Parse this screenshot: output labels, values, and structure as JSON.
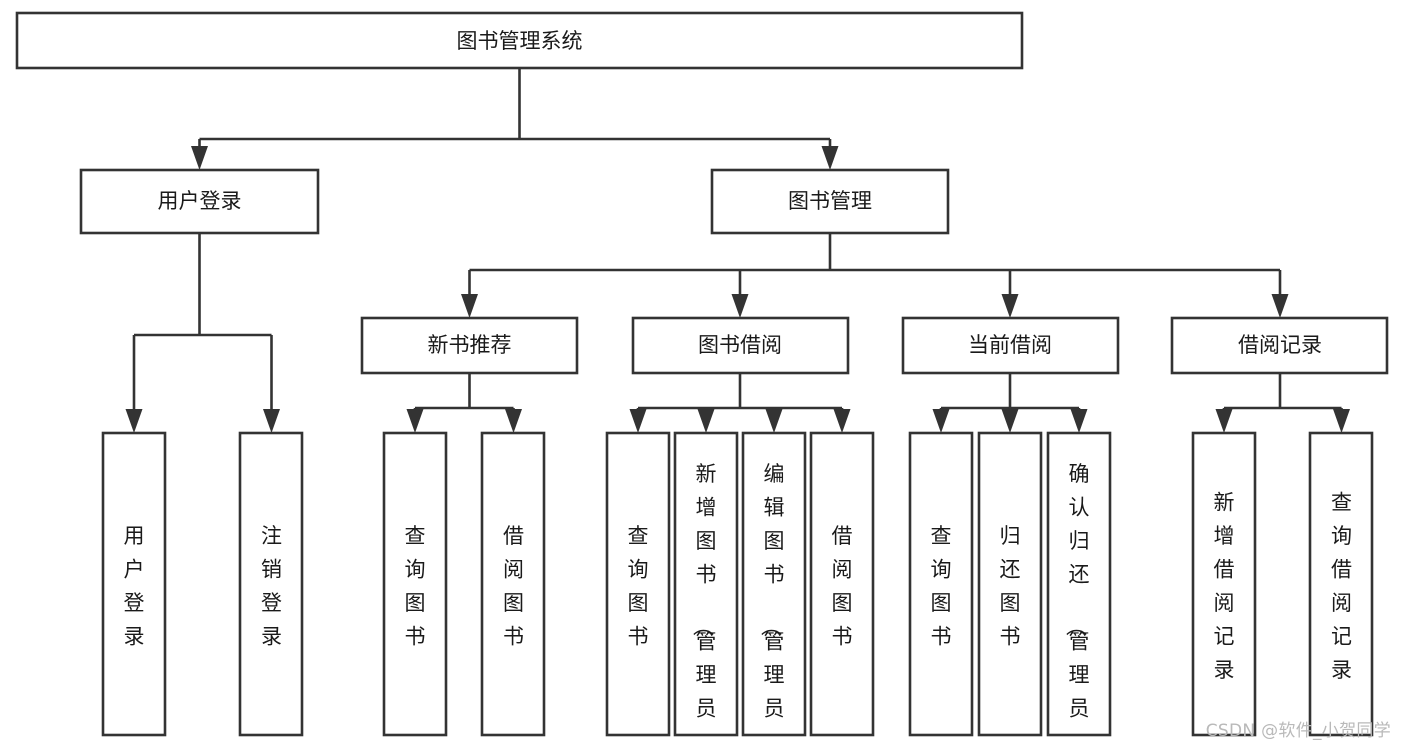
{
  "diagram": {
    "title": "图书管理系统",
    "type": "tree-hierarchy-diagram",
    "colors": {
      "box_stroke": "#333333",
      "box_fill": "#ffffff",
      "text": "#1a1a1a",
      "background": "#ffffff",
      "watermark": "#b9b9b9"
    },
    "root": {
      "label": "图书管理系统"
    },
    "level2": [
      {
        "label": "用户登录"
      },
      {
        "label": "图书管理"
      }
    ],
    "level3": [
      {
        "label": "新书推荐"
      },
      {
        "label": "图书借阅"
      },
      {
        "label": "当前借阅"
      },
      {
        "label": "借阅记录"
      }
    ],
    "leaves": {
      "user_login": [
        {
          "label": "用户登录"
        },
        {
          "label": "注销登录"
        }
      ],
      "new_book_recommend": [
        {
          "label": "查询图书"
        },
        {
          "label": "借阅图书"
        }
      ],
      "book_borrow": [
        {
          "label": "查询图书"
        },
        {
          "label": "新增图书（管理员）"
        },
        {
          "label": "编辑图书（管理员）"
        },
        {
          "label": "借阅图书"
        }
      ],
      "current_borrow": [
        {
          "label": "查询图书"
        },
        {
          "label": "归还图书"
        },
        {
          "label": "确认归还（管理员）"
        }
      ],
      "borrow_record": [
        {
          "label": "新增借阅记录"
        },
        {
          "label": "查询借阅记录"
        }
      ]
    }
  },
  "watermark": {
    "text": "CSDN @软件_小贺同学"
  }
}
